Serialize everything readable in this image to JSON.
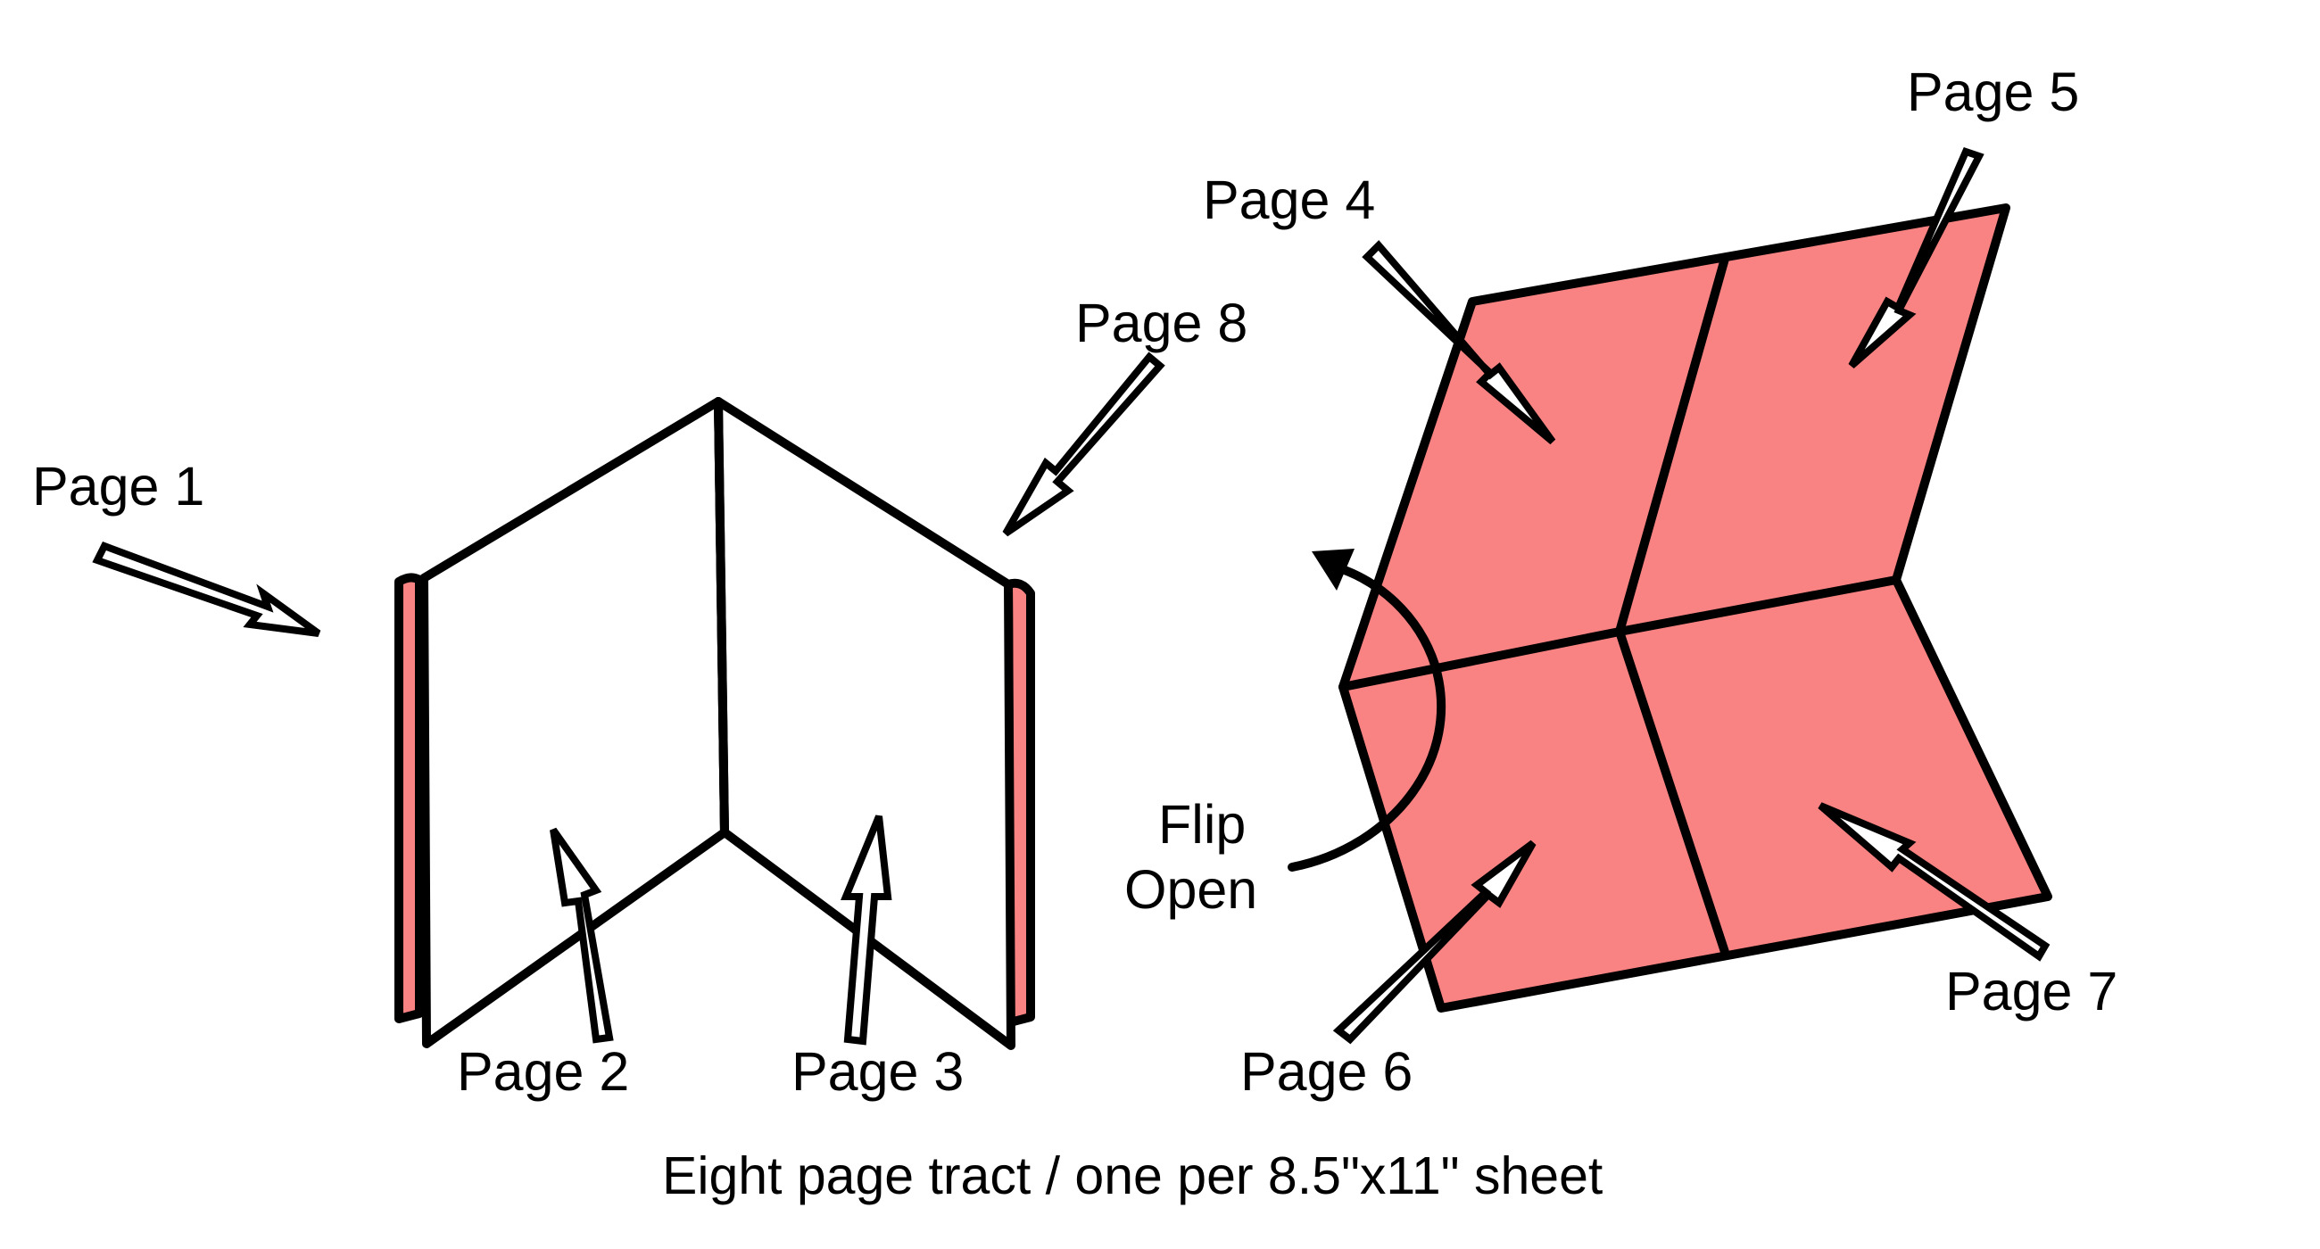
{
  "colors": {
    "ink": "#000000",
    "paper": "#ffffff",
    "page_fill": "#f98282"
  },
  "labels": {
    "page1": "Page 1",
    "page2": "Page 2",
    "page3": "Page 3",
    "page4": "Page 4",
    "page5": "Page 5",
    "page6": "Page 6",
    "page7": "Page 7",
    "page8": "Page 8",
    "flip_line1": "Flip",
    "flip_line2": "Open"
  },
  "caption": "Eight page tract / one per 8.5\"x11\" sheet"
}
